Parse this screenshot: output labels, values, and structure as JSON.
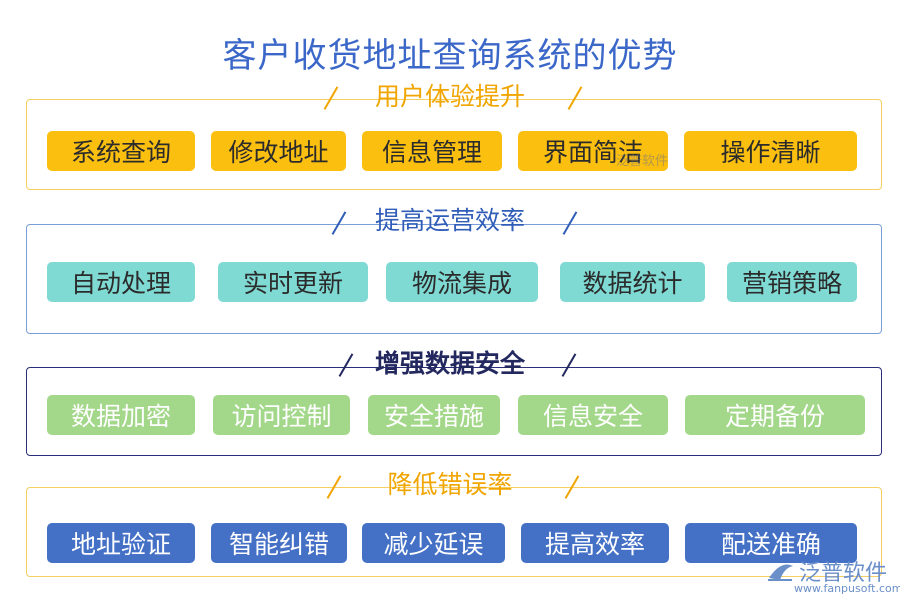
{
  "title": "客户收货地址查询系统的优势",
  "sections": [
    {
      "title": "用户体验提升",
      "color": "#fbbf10",
      "items": [
        "系统查询",
        "修改地址",
        "信息管理",
        "界面简洁",
        "操作清晰"
      ]
    },
    {
      "title": "提高运营效率",
      "color": "#3b67c9",
      "items": [
        "自动处理",
        "实时更新",
        "物流集成",
        "数据统计",
        "营销策略"
      ]
    },
    {
      "title": "增强数据安全",
      "color": "#2b2f7a",
      "items": [
        "数据加密",
        "访问控制",
        "安全措施",
        "信息安全",
        "定期备份"
      ]
    },
    {
      "title": "降低错误率",
      "color": "#fbbf10",
      "items": [
        "地址验证",
        "智能纠错",
        "减少延误",
        "提高效率",
        "配送准确"
      ]
    }
  ],
  "watermark": "泛普软件",
  "logo": {
    "name": "泛普软件",
    "url": "www.fanpusoft.com"
  }
}
